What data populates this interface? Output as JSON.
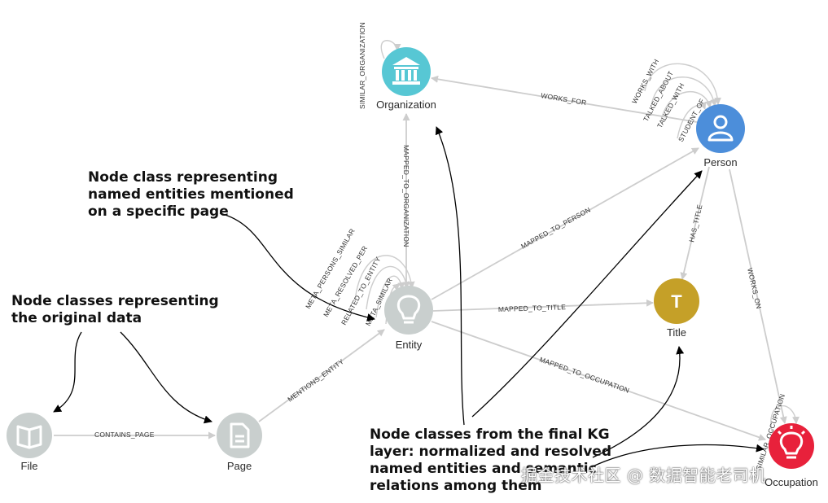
{
  "nodes": [
    {
      "id": "organization",
      "label": "Organization",
      "color": "#57c7d4",
      "icon": "bank-icon"
    },
    {
      "id": "person",
      "label": "Person",
      "color": "#4c8eda",
      "icon": "person-icon"
    },
    {
      "id": "entity",
      "label": "Entity",
      "color": "#c9cfce",
      "icon": "lightbulb-icon"
    },
    {
      "id": "title",
      "label": "Title",
      "color": "#c5a028",
      "icon": "title-letter-icon",
      "glyph": "T"
    },
    {
      "id": "file",
      "label": "File",
      "color": "#c9cfce",
      "icon": "book-icon"
    },
    {
      "id": "page",
      "label": "Page",
      "color": "#c9cfce",
      "icon": "document-icon"
    },
    {
      "id": "occupation",
      "label": "Occupation",
      "color": "#e8213b",
      "icon": "lightbulb-icon"
    }
  ],
  "edges": [
    {
      "id": "similar_organization_org",
      "label": "SIMILAR_ORGANIZATION"
    },
    {
      "id": "works_for",
      "label": "WORKS_FOR"
    },
    {
      "id": "works_with",
      "label": "WORKS_WITH"
    },
    {
      "id": "talked_about",
      "label": "TALKED_ABOUT"
    },
    {
      "id": "talked_with",
      "label": "TALKED_WITH"
    },
    {
      "id": "student_of",
      "label": "STUDENT_OF"
    },
    {
      "id": "mapped_to_organization",
      "label": "MAPPED_TO_ORGANIZATION"
    },
    {
      "id": "mapped_to_person",
      "label": "MAPPED_TO_PERSON"
    },
    {
      "id": "has_title",
      "label": "HAS_TITLE"
    },
    {
      "id": "mapped_to_title",
      "label": "MAPPED_TO_TITLE"
    },
    {
      "id": "works_on",
      "label": "WORKS_ON"
    },
    {
      "id": "meta_persons_similar",
      "label": "META_PERSONS_SIMILAR"
    },
    {
      "id": "meta_resolved_per",
      "label": "META_RESOLVED_PER"
    },
    {
      "id": "related_to_entity",
      "label": "RELATED_TO_ENTITY"
    },
    {
      "id": "meta_similar",
      "label": "META_SIMILAR"
    },
    {
      "id": "mapped_to_occupation",
      "label": "MAPPED_TO_OCCUPATION"
    },
    {
      "id": "mentions_entity",
      "label": "MENTIONS_ENTITY"
    },
    {
      "id": "contains_page",
      "label": "CONTAINS_PAGE"
    },
    {
      "id": "similar_occupation",
      "label": "SIMILAR_OCCUPATION"
    }
  ],
  "annotations": {
    "named_entities": [
      "Node class representing",
      "named entities mentioned",
      "on a specific page"
    ],
    "original_data": [
      "Node classes representing",
      "the original data"
    ],
    "final_kg": [
      "Node classes from the final KG",
      "layer: normalized and resolved",
      "named entities and semantic",
      "relations among them"
    ]
  },
  "watermark": "掘金技术社区 @ 数据智能老司机"
}
